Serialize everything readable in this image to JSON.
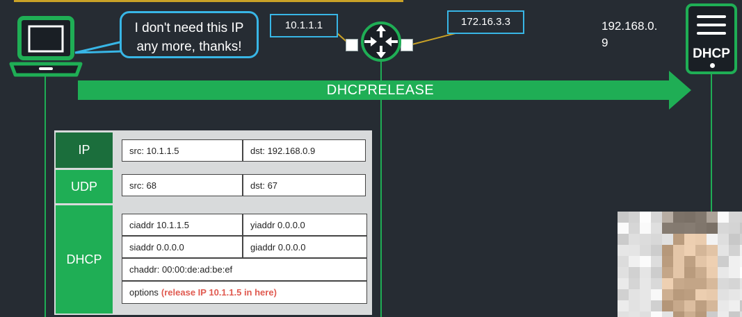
{
  "speech_bubble": {
    "text_line1": "I don't need this IP",
    "text_line2": "any more, thanks!"
  },
  "router": {
    "left_ip": "10.1.1.1",
    "right_ip": "172.16.3.3"
  },
  "server": {
    "ip_line1": "192.168.0.",
    "ip_line2": "9",
    "label": "DHCP"
  },
  "message": {
    "label": "DHCPRELEASE"
  },
  "packet": {
    "ip": {
      "header": "IP",
      "src": "src: 10.1.1.5",
      "dst": "dst: 192.168.0.9"
    },
    "udp": {
      "header": "UDP",
      "src": "src: 68",
      "dst": "dst: 67"
    },
    "dhcp": {
      "header": "DHCP",
      "ciaddr": "ciaddr 10.1.1.5",
      "yiaddr": "yiaddr 0.0.0.0",
      "siaddr": "siaddr 0.0.0.0",
      "giaddr": "giaddr 0.0.0.0",
      "chaddr": "chaddr: 00:00:de:ad:be:ef",
      "options_label": "options",
      "options_note": "(release IP 10.1.1.5 in here)"
    }
  },
  "colors": {
    "accent_green": "#1fae55",
    "dark_green": "#1b6e3c",
    "accent_blue": "#38b6e6",
    "note_red": "#e05a50",
    "background": "#262c33"
  }
}
